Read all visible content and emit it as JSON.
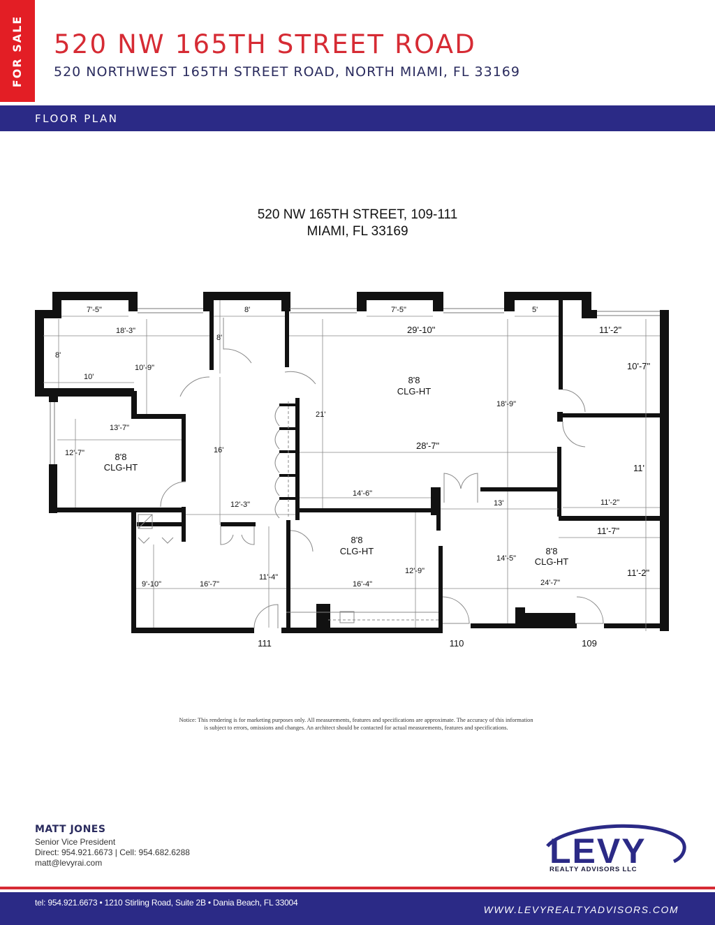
{
  "header": {
    "badge": "FOR SALE",
    "title": "520 NW 165TH STREET ROAD",
    "subtitle": "520 NORTHWEST 165TH STREET ROAD, NORTH MIAMI, FL 33169",
    "section": "FLOOR PLAN"
  },
  "plan": {
    "title_line1": "520 NW 165TH STREET, 109-111",
    "title_line2": "MIAMI, FL 33169",
    "rooms": [
      {
        "id": "room-west",
        "ceiling": "8'8",
        "label": "CLG-HT"
      },
      {
        "id": "room-main",
        "ceiling": "8'8",
        "label": "CLG-HT"
      },
      {
        "id": "room-center-south",
        "ceiling": "8'8",
        "label": "CLG-HT"
      },
      {
        "id": "room-east-south",
        "ceiling": "8'8",
        "label": "CLG-HT"
      }
    ],
    "dimensions": {
      "nw_bay": "7'-5\"",
      "nw_width": "18'-3\"",
      "nw_left": "8'",
      "nw_height": "10'-9\"",
      "nw_lower": "10'",
      "closet_top": "8'",
      "closet_side": "8'",
      "main_bay": "7'-5\"",
      "main_width": "29'-10\"",
      "ne_bay": "5'",
      "main_height": "21'",
      "main_mid": "18'-9\"",
      "main_lower": "28'-7\"",
      "main_bottom": "14'-6\"",
      "ne_top": "11'-2\"",
      "ne_height": "10'-7\"",
      "e_mid": "11'",
      "e_mid_width": "11'-2\"",
      "w_room_width": "13'-7\"",
      "w_room_height": "12'-7\"",
      "corridor": "16'",
      "corridor_width": "12'-3\"",
      "sw_height": "9'-10\"",
      "sw_width": "16'-7\"",
      "sw_side": "11'-4\"",
      "c_width": "16'-4\"",
      "c_height": "12'-9\"",
      "e_stub": "13'",
      "se_height": "14'-5\"",
      "se_width": "24'-7\"",
      "se_top": "11'-7\"",
      "se_side": "11'-2\""
    },
    "units": [
      "111",
      "110",
      "109"
    ]
  },
  "notice": {
    "line1": "Notice: This rendering is for marketing purposes only. All measurements, features and specifications are approximate. The accuracy of this information",
    "line2": "is subject to errors, omissions and changes. An architect should be contacted for actual measurements, features and specifications."
  },
  "contact": {
    "name": "MATT JONES",
    "title": "Senior Vice President",
    "phones": "Direct: 954.921.6673 | Cell: 954.682.6288",
    "email": "matt@levyrai.com"
  },
  "logo": {
    "name": "LEVY",
    "sub": "REALTY ADVISORS LLC"
  },
  "footer": {
    "address": "tel: 954.921.6673 • 1210 Stirling Road, Suite 2B • Dania Beach, FL 33004",
    "website": "WWW.LEVYREALTYADVISORS.COM"
  },
  "colors": {
    "brand_red": "#e31e25",
    "title_red": "#d62b34",
    "brand_navy": "#2b2a86",
    "text_navy": "#2a2b5e"
  }
}
